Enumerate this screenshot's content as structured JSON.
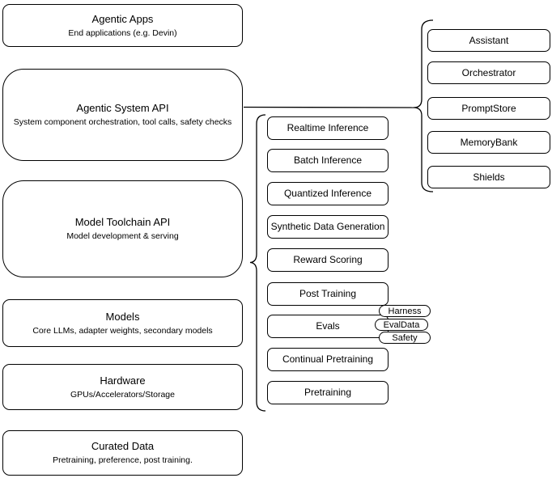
{
  "diagram": {
    "left_stack": [
      {
        "title": "Agentic Apps",
        "subtitle": "End applications (e.g. Devin)"
      },
      {
        "title": "Agentic System API",
        "subtitle": "System component orchestration, tool calls, safety checks"
      },
      {
        "title": "Model Toolchain API",
        "subtitle": "Model development & serving"
      },
      {
        "title": "Models",
        "subtitle": "Core LLMs, adapter weights, secondary models"
      },
      {
        "title": "Hardware",
        "subtitle": "GPUs/Accelerators/Storage"
      },
      {
        "title": "Curated Data",
        "subtitle": "Pretraining, preference, post training."
      }
    ],
    "toolchain_group": {
      "items": [
        "Realtime Inference",
        "Batch Inference",
        "Quantized Inference",
        "Synthetic Data Generation",
        "Reward Scoring",
        "Post Training",
        "Evals",
        "Continual Pretraining",
        "Pretraining"
      ],
      "eval_tags": [
        "Harness",
        "EvalData",
        "Safety"
      ]
    },
    "system_group": {
      "items": [
        "Assistant",
        "Orchestrator",
        "PromptStore",
        "MemoryBank",
        "Shields"
      ]
    },
    "colors": {
      "stroke": "#000000",
      "fill": "#ffffff",
      "text": "#000000",
      "background": "#ffffff"
    }
  }
}
